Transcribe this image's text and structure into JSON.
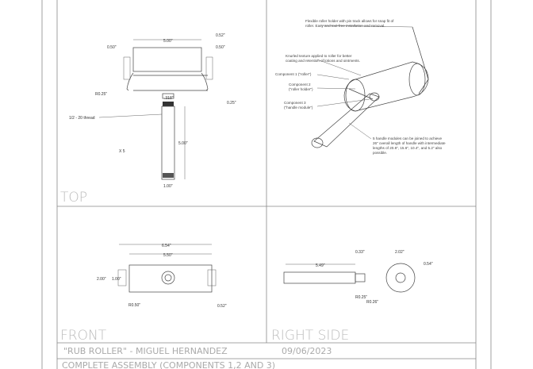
{
  "views": {
    "top": "TOP",
    "front": "FRONT",
    "right": "RIGHT SIDE"
  },
  "title_block": {
    "name": "\"RUB ROLLER\" - MIGUEL HERNANDEZ",
    "date": "09/06/2023",
    "description": "COMPLETE ASSEMBLY (COMPONENTS 1,2 AND 3)"
  },
  "top_dims": {
    "width": "5.00\"",
    "left_offset": "0.50\"",
    "right_offset": "0.50\"",
    "right_end": "0.52\"",
    "radius": "R0.25\"",
    "neck": ".318\"",
    "gap": "0.25\"",
    "thread": "1/2 - 20 thread",
    "count": "X 5",
    "length": "5.00\"",
    "dia": "1.00\""
  },
  "front_dims": {
    "overall": "6.54\"",
    "roller_len": "5.50\"",
    "height": "2.00\"",
    "inner_h": "1.00\"",
    "radius": "R0.50\"",
    "end": "0.52\""
  },
  "right_dims": {
    "shaft": "5.49\"",
    "gap": "0.33\"",
    "wheel": "2.02\"",
    "height": "0.54\"",
    "r1": "R0.25\"",
    "r2": "R0.26\""
  },
  "notes": {
    "holder_1": "Flexible roller holder with pin track allows for snap fit of",
    "holder_2": "roller. Easy and tool-free installation and removal.",
    "texture_1": "Knurled texture applied to roller for better",
    "texture_2": "coating and retention of lotions and ointments.",
    "comp1": "Component 1 (\"roller\")",
    "comp2a": "Component 2",
    "comp2b": "(\"roller holder\")",
    "comp3a": "Component 3",
    "comp3b": "(\"handle module\")",
    "handle_1": "5 handle modules can be joined to achieve",
    "handle_2": "26\" overall length of handle with intermediate",
    "handle_3": "lengths of 20.8\", 15.6\", 10.4\", and 5.2\" also",
    "handle_4": "possible."
  }
}
